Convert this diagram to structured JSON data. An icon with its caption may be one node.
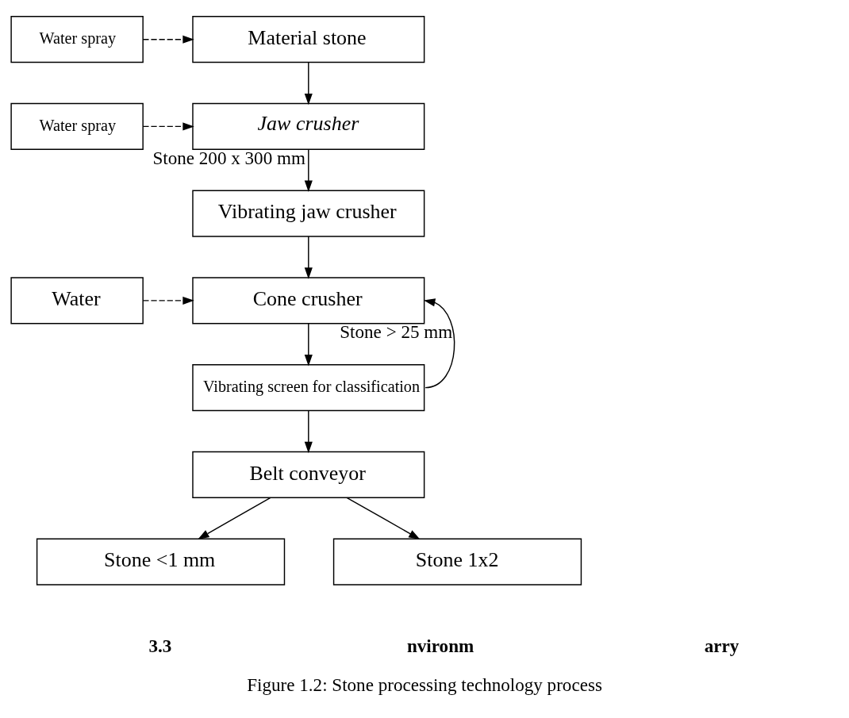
{
  "diagram": {
    "caption": "Figure 1.2: Stone processing technology process",
    "nodes": [
      {
        "text": [
          "Water spray"
        ]
      },
      {
        "text": [
          "Material stone"
        ]
      },
      {
        "text": [
          "Water spray"
        ]
      },
      {
        "text": [
          "Jaw crusher"
        ]
      },
      {
        "text": [
          "Vibrating jaw crusher"
        ]
      },
      {
        "text": [
          "Water"
        ]
      },
      {
        "text": [
          "Cone crusher"
        ]
      },
      {
        "text": [
          "Vibrating screen for classification"
        ]
      },
      {
        "text": [
          "Belt conveyor"
        ]
      },
      {
        "text": [
          "Stone <1 mm"
        ]
      },
      {
        "text": [
          "Stone 1x2"
        ]
      }
    ],
    "edges": [
      {
        "from": 0,
        "to": 1,
        "arrow": "to",
        "style": "dashed"
      },
      {
        "from": 1,
        "to": 3,
        "arrow": "to"
      },
      {
        "from": 2,
        "to": 3,
        "arrow": "to",
        "style": "dashed"
      },
      {
        "from": 3,
        "to": 4,
        "arrow": "to",
        "label": "Stone 200 x 300 mm"
      },
      {
        "from": 4,
        "to": 6,
        "arrow": "to"
      },
      {
        "from": 5,
        "to": 6,
        "arrow": "to",
        "style": "dashed"
      },
      {
        "from": 6,
        "to": 7,
        "arrow": "to"
      },
      {
        "from": 7,
        "to": 6,
        "arrow": "to",
        "label": "Stone > 25 mm"
      },
      {
        "from": 7,
        "to": 8,
        "arrow": "to"
      },
      {
        "from": 8,
        "to": 9,
        "arrow": "to"
      },
      {
        "from": 8,
        "to": 10,
        "arrow": "to"
      }
    ],
    "labels": [
      "3.3",
      "nvironm",
      "arry"
    ]
  }
}
